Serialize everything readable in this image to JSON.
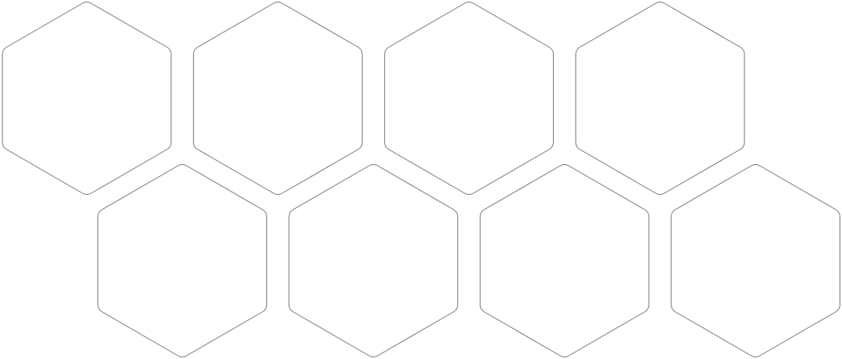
{
  "diagram": {
    "shape": "hexagon",
    "orientation": "pointy-top",
    "fill_color": "#ffffff",
    "stroke_color": "#7a7a7a",
    "rows": [
      {
        "cells": 4
      },
      {
        "cells": 4
      }
    ]
  }
}
